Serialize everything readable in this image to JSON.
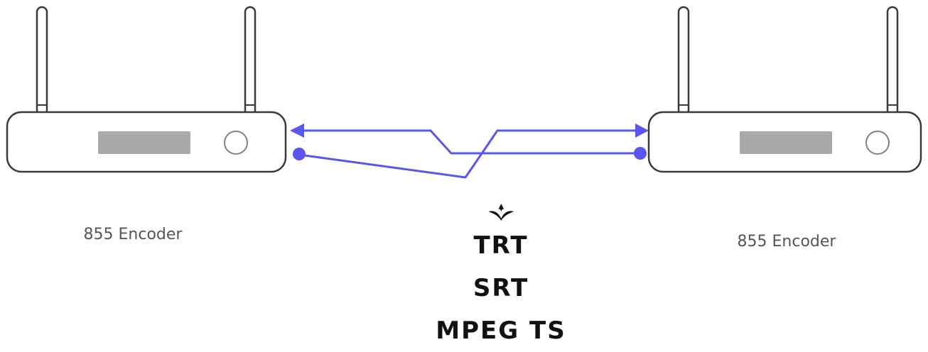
{
  "colors": {
    "device_stroke": "#3a3a3a",
    "device_display": "#a9a9a9",
    "link": "#5b55f0",
    "label_text": "#555555",
    "protocol_text": "#111111"
  },
  "devices": [
    {
      "label": "855 Encoder"
    },
    {
      "label": "855 Encoder"
    }
  ],
  "protocols": {
    "logo_icon": "haivision-logo-icon",
    "items": [
      "TRT",
      "SRT",
      "MPEG TS"
    ]
  }
}
